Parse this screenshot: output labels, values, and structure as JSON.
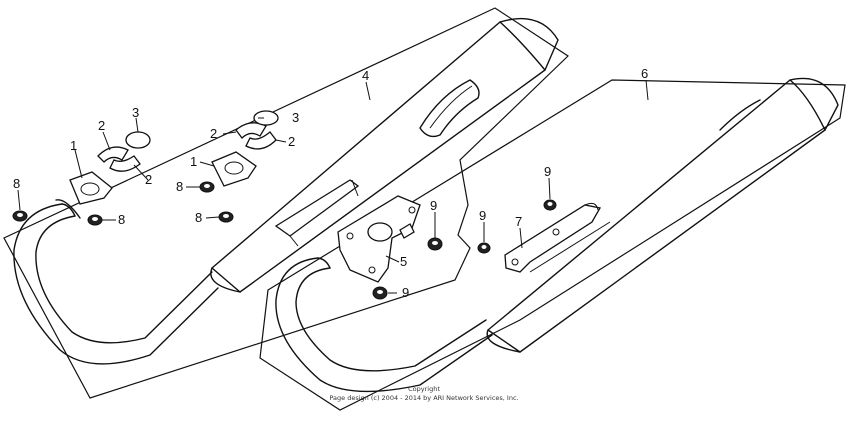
{
  "callouts": {
    "c1a": "1",
    "c1b": "1",
    "c2a": "2",
    "c2b": "2",
    "c2c": "2",
    "c2d": "2",
    "c3a": "3",
    "c3b": "3",
    "c4": "4",
    "c5": "5",
    "c6": "6",
    "c7": "7",
    "c8a": "8",
    "c8b": "8",
    "c8c": "8",
    "c8d": "8",
    "c9a": "9",
    "c9b": "9",
    "c9c": "9",
    "c9d": "9"
  },
  "copyright": {
    "line1": "Copyright",
    "line2": "Page design (c) 2004 - 2014 by ARI Network Services, Inc."
  }
}
